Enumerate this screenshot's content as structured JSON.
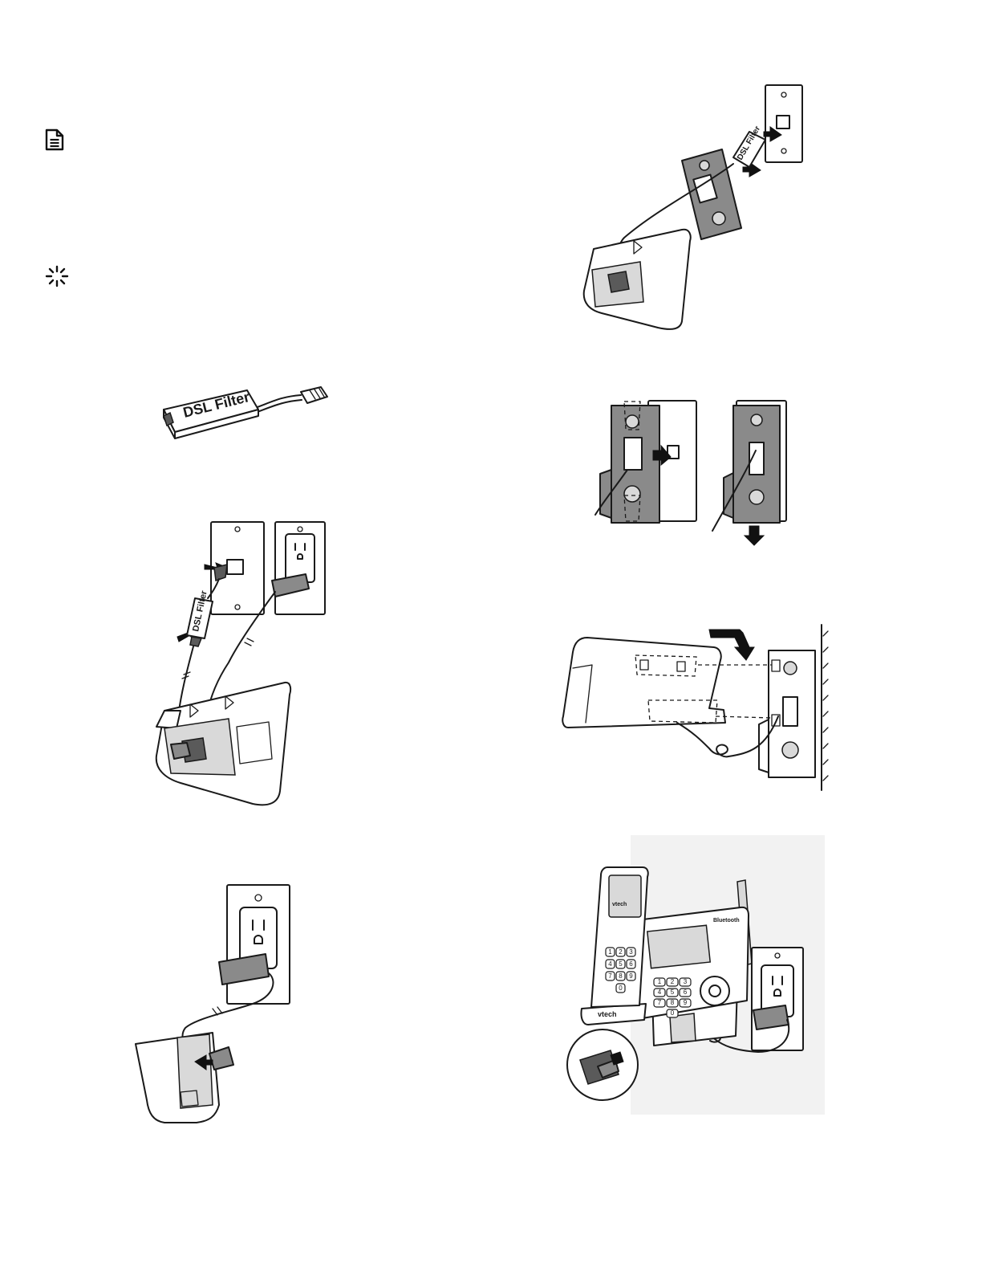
{
  "icons": {
    "note": "document-note-icon",
    "tip": "light-burst-icon"
  },
  "labels": {
    "dsl_filter": "DSL Filter",
    "brand": "vtech",
    "bluetooth": "Bluetooth"
  },
  "keypad": {
    "handset_keys": [
      "1",
      "2",
      "3",
      "4",
      "5",
      "6",
      "7",
      "8",
      "9",
      "0"
    ],
    "base_keys": [
      "1",
      "2",
      "3",
      "4",
      "5",
      "6",
      "7",
      "8",
      "9",
      "0"
    ]
  },
  "colors": {
    "panel_background": "#f2f2f2",
    "line_art": "#1a1a1a",
    "adapter_gray": "#8a8a8a"
  }
}
